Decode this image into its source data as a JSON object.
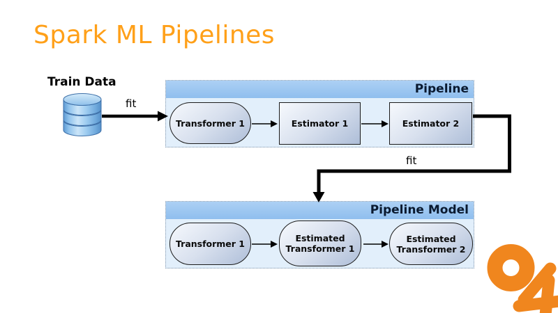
{
  "slide": {
    "title": "Spark ML Pipelines"
  },
  "train_data": {
    "label": "Train Data",
    "icon": "database-icon"
  },
  "labels": {
    "fit_top": "fit",
    "fit_bottom": "fit"
  },
  "pipeline": {
    "title": "Pipeline",
    "nodes": [
      {
        "label": "Transformer 1",
        "shape": "stadium"
      },
      {
        "label": "Estimator 1",
        "shape": "rect"
      },
      {
        "label": "Estimator 2",
        "shape": "rect"
      }
    ]
  },
  "pipeline_model": {
    "title": "Pipeline Model",
    "nodes": [
      {
        "label": "Transformer 1",
        "shape": "stadium"
      },
      {
        "label": "Estimated Transformer 1",
        "shape": "stadium"
      },
      {
        "label": "Estimated Transformer 2",
        "shape": "stadium"
      }
    ]
  },
  "flows": [
    {
      "from": "Train Data",
      "to": "Pipeline",
      "label": "fit"
    },
    {
      "from": "Transformer 1",
      "to": "Estimator 1"
    },
    {
      "from": "Estimator 1",
      "to": "Estimator 2"
    },
    {
      "from": "Pipeline",
      "to": "Pipeline Model",
      "label": "fit"
    },
    {
      "from": "Transformer 1",
      "to": "Estimated Transformer 1"
    },
    {
      "from": "Estimated Transformer 1",
      "to": "Estimated Transformer 2"
    }
  ],
  "branding": {
    "logo": "ok-logo"
  },
  "colors": {
    "title_orange": "#FFA019",
    "logo_orange": "#F0861E",
    "header_blue": "#9AC4F0",
    "box_body_blue": "#E2EFFB",
    "node_fill_dark": "#AEBED8",
    "arrow_black": "#000000"
  }
}
